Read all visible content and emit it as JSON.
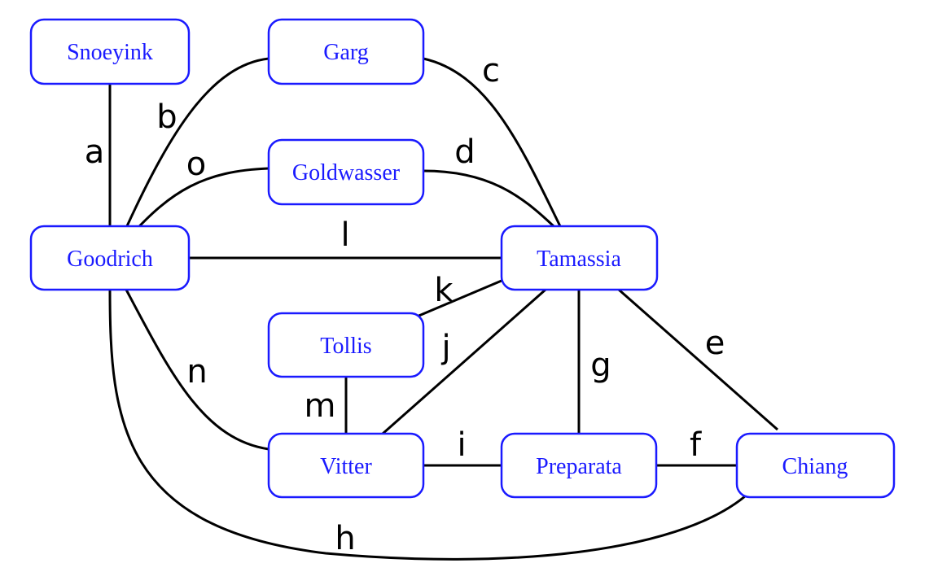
{
  "colors": {
    "node_text": "#1a1aff",
    "node_border": "#1a1aff",
    "edge": "#000000",
    "background": "#ffffff"
  },
  "nodes": [
    {
      "id": "snoeyink",
      "label": "Snoeyink"
    },
    {
      "id": "garg",
      "label": "Garg"
    },
    {
      "id": "goldwasser",
      "label": "Goldwasser"
    },
    {
      "id": "goodrich",
      "label": "Goodrich"
    },
    {
      "id": "tamassia",
      "label": "Tamassia"
    },
    {
      "id": "tollis",
      "label": "Tollis"
    },
    {
      "id": "vitter",
      "label": "Vitter"
    },
    {
      "id": "preparata",
      "label": "Preparata"
    },
    {
      "id": "chiang",
      "label": "Chiang"
    }
  ],
  "edges": [
    {
      "label": "a",
      "from": "Snoeyink",
      "to": "Goodrich"
    },
    {
      "label": "b",
      "from": "Goodrich",
      "to": "Garg"
    },
    {
      "label": "c",
      "from": "Garg",
      "to": "Tamassia"
    },
    {
      "label": "d",
      "from": "Goldwasser",
      "to": "Tamassia"
    },
    {
      "label": "e",
      "from": "Tamassia",
      "to": "Chiang"
    },
    {
      "label": "f",
      "from": "Preparata",
      "to": "Chiang"
    },
    {
      "label": "g",
      "from": "Tamassia",
      "to": "Preparata"
    },
    {
      "label": "h",
      "from": "Goodrich",
      "to": "Chiang"
    },
    {
      "label": "i",
      "from": "Vitter",
      "to": "Preparata"
    },
    {
      "label": "j",
      "from": "Vitter",
      "to": "Tamassia"
    },
    {
      "label": "k",
      "from": "Tollis",
      "to": "Tamassia"
    },
    {
      "label": "l",
      "from": "Goodrich",
      "to": "Tamassia"
    },
    {
      "label": "m",
      "from": "Tollis",
      "to": "Vitter"
    },
    {
      "label": "n",
      "from": "Goodrich",
      "to": "Vitter"
    },
    {
      "label": "o",
      "from": "Goodrich",
      "to": "Goldwasser"
    }
  ]
}
